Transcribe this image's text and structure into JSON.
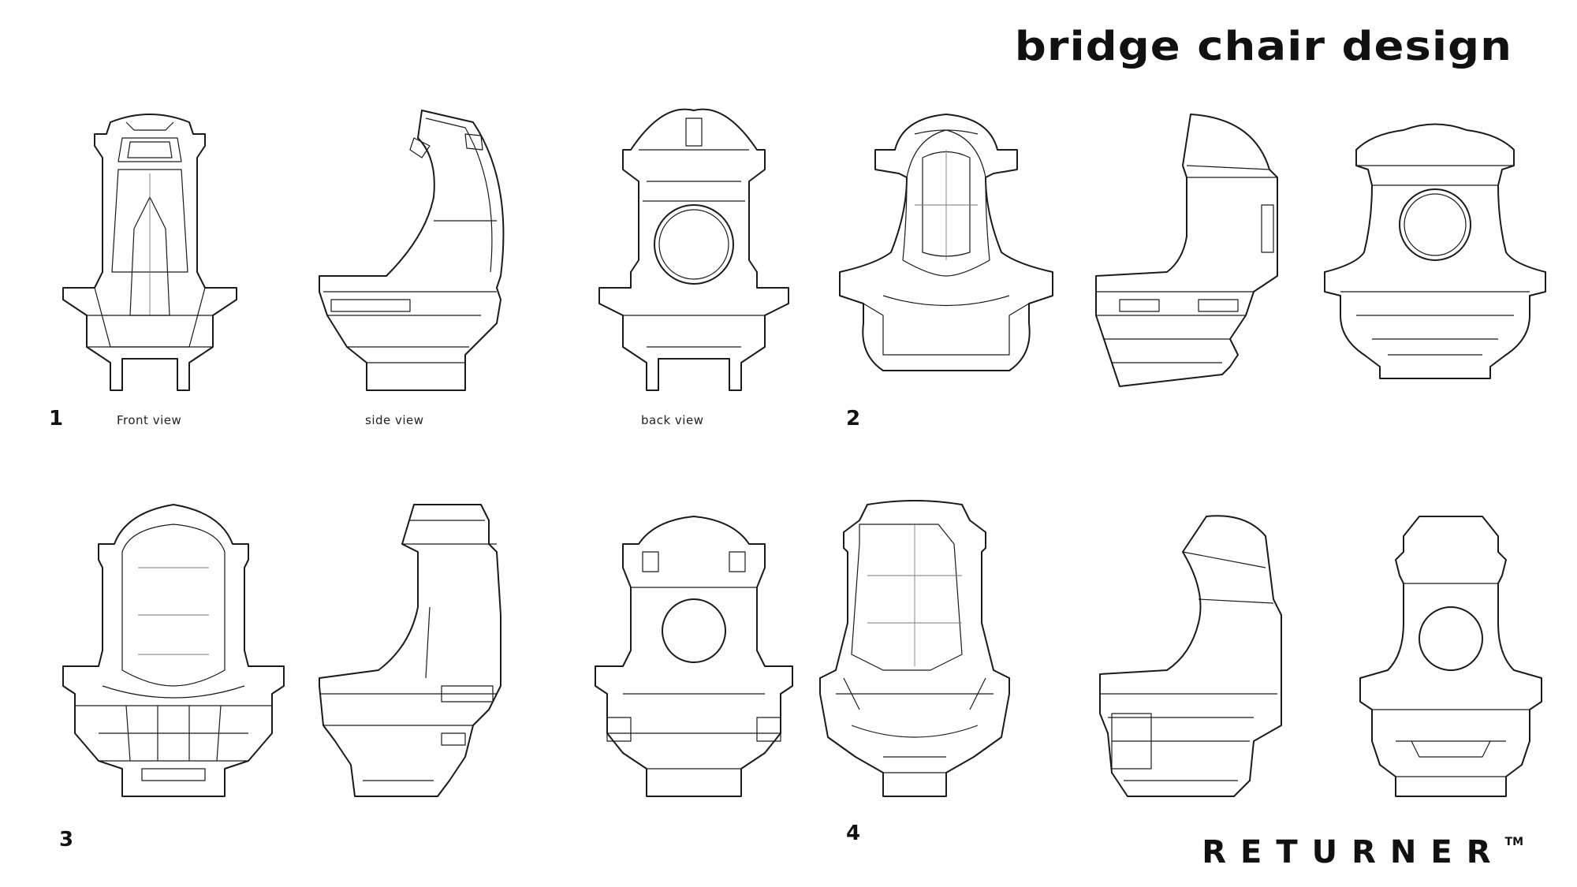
{
  "title": "bridge chair design",
  "brand": {
    "name": "RETURNER",
    "trademark": "TM"
  },
  "rows": [
    {
      "number": "1",
      "captions": [
        "Front view",
        "side view",
        "back view"
      ]
    },
    {
      "number": "2",
      "captions": []
    },
    {
      "number": "3",
      "captions": []
    },
    {
      "number": "4",
      "captions": []
    }
  ],
  "drawings": [
    {
      "design": "1",
      "view": "front"
    },
    {
      "design": "1",
      "view": "side"
    },
    {
      "design": "1",
      "view": "back"
    },
    {
      "design": "2",
      "view": "front"
    },
    {
      "design": "2",
      "view": "side"
    },
    {
      "design": "2",
      "view": "back"
    },
    {
      "design": "3",
      "view": "front"
    },
    {
      "design": "3",
      "view": "side"
    },
    {
      "design": "3",
      "view": "back"
    },
    {
      "design": "4",
      "view": "front"
    },
    {
      "design": "4",
      "view": "side"
    },
    {
      "design": "4",
      "view": "back"
    }
  ]
}
